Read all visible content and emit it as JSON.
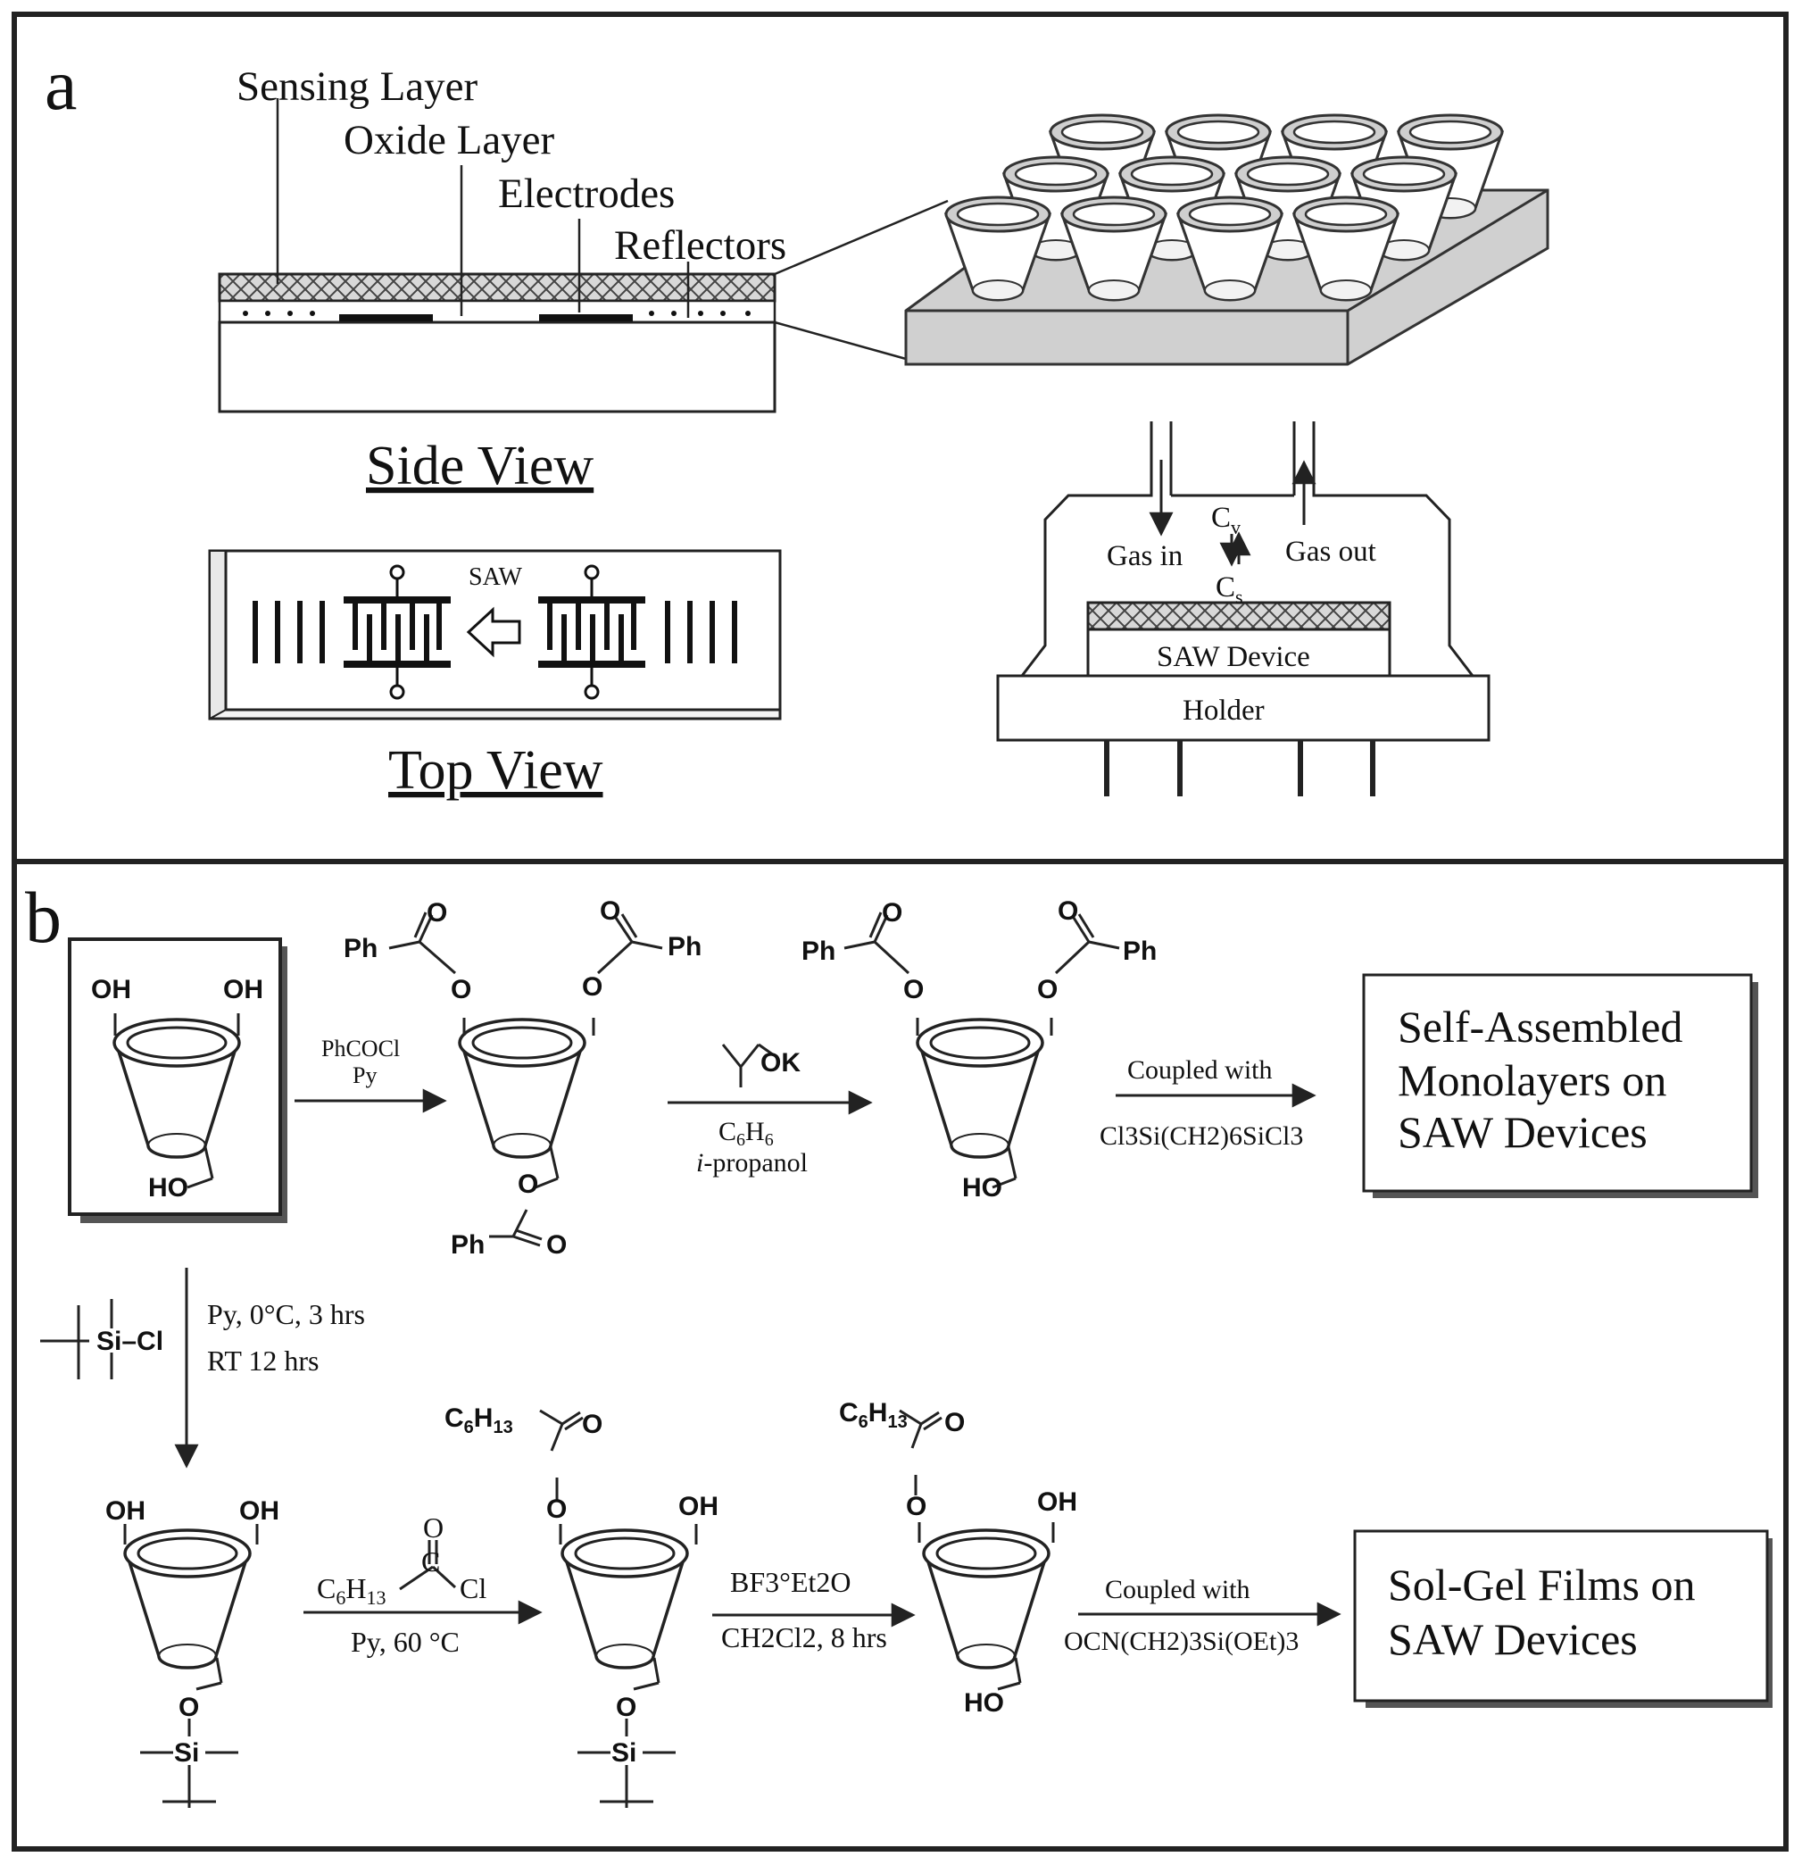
{
  "panel_a": {
    "letter": "a",
    "side_view": {
      "labels": {
        "sensing": "Sensing Layer",
        "oxide": "Oxide Layer",
        "electrodes": "Electrodes",
        "reflectors": "Reflectors"
      },
      "caption": "Side View"
    },
    "top_view": {
      "saw": "SAW",
      "caption": "Top View"
    },
    "chamber": {
      "gas_in": "Gas in",
      "gas_out": "Gas out",
      "cv": "C",
      "cv_sub": "v",
      "cs": "C",
      "cs_sub": "s",
      "device": "SAW Device",
      "holder": "Holder"
    }
  },
  "panel_b": {
    "letter": "b",
    "oh": "OH",
    "ho": "HO",
    "ph": "Ph",
    "o": "O",
    "ok": "OK",
    "si": "Si",
    "sicl": "Si–Cl",
    "cl": "Cl",
    "c": "C",
    "c6h13": "C",
    "c6h13_sub1": "6",
    "h_letter": "H",
    "c6h13_sub2": "13",
    "step1": {
      "line1": "PhCOCl",
      "line2": "Py"
    },
    "step2": {
      "line1_c": "C",
      "line1_6a": "6",
      "line1_h": "H",
      "line1_6b": "6",
      "line2_i": "i",
      "line2_rest": "-propanol"
    },
    "step3": {
      "above": "Coupled with",
      "below": "Cl3Si(CH2)6SiCl3"
    },
    "result_top": {
      "line1": "Self-Assembled",
      "line2": "Monolayers on",
      "line3": "SAW Devices"
    },
    "step4": {
      "line1": "Py, 0°C, 3 hrs",
      "line2": "RT 12 hrs"
    },
    "step5": {
      "below": "Py, 60 °C"
    },
    "step6": {
      "above": "BF3°Et2O",
      "below": "CH2Cl2, 8 hrs"
    },
    "step7": {
      "above": "Coupled with",
      "below": "OCN(CH2)3Si(OEt)3"
    },
    "result_bottom": {
      "line1": "Sol-Gel Films on",
      "line2": "SAW Devices"
    }
  }
}
